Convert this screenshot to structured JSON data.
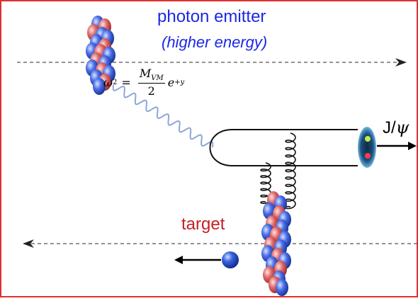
{
  "emitter": {
    "title": "photon emitter",
    "subtitle": "(higher energy)"
  },
  "formula": {
    "lhs_symbol": "ω",
    "lhs_sub": "2",
    "equals": "=",
    "numerator": "M",
    "numerator_sub": "VM",
    "denominator": "2",
    "exp_base": "e",
    "exp_sup": "+y"
  },
  "target": {
    "label": "target"
  },
  "meson": {
    "label_prefix": "J/",
    "label_psi": "ψ"
  },
  "colors": {
    "border": "#e03030",
    "emitter_text": "#1d28e6",
    "target_text": "#c51f24",
    "photon": "#8fa6d8",
    "proton_sphere": "#1f3fbf"
  }
}
